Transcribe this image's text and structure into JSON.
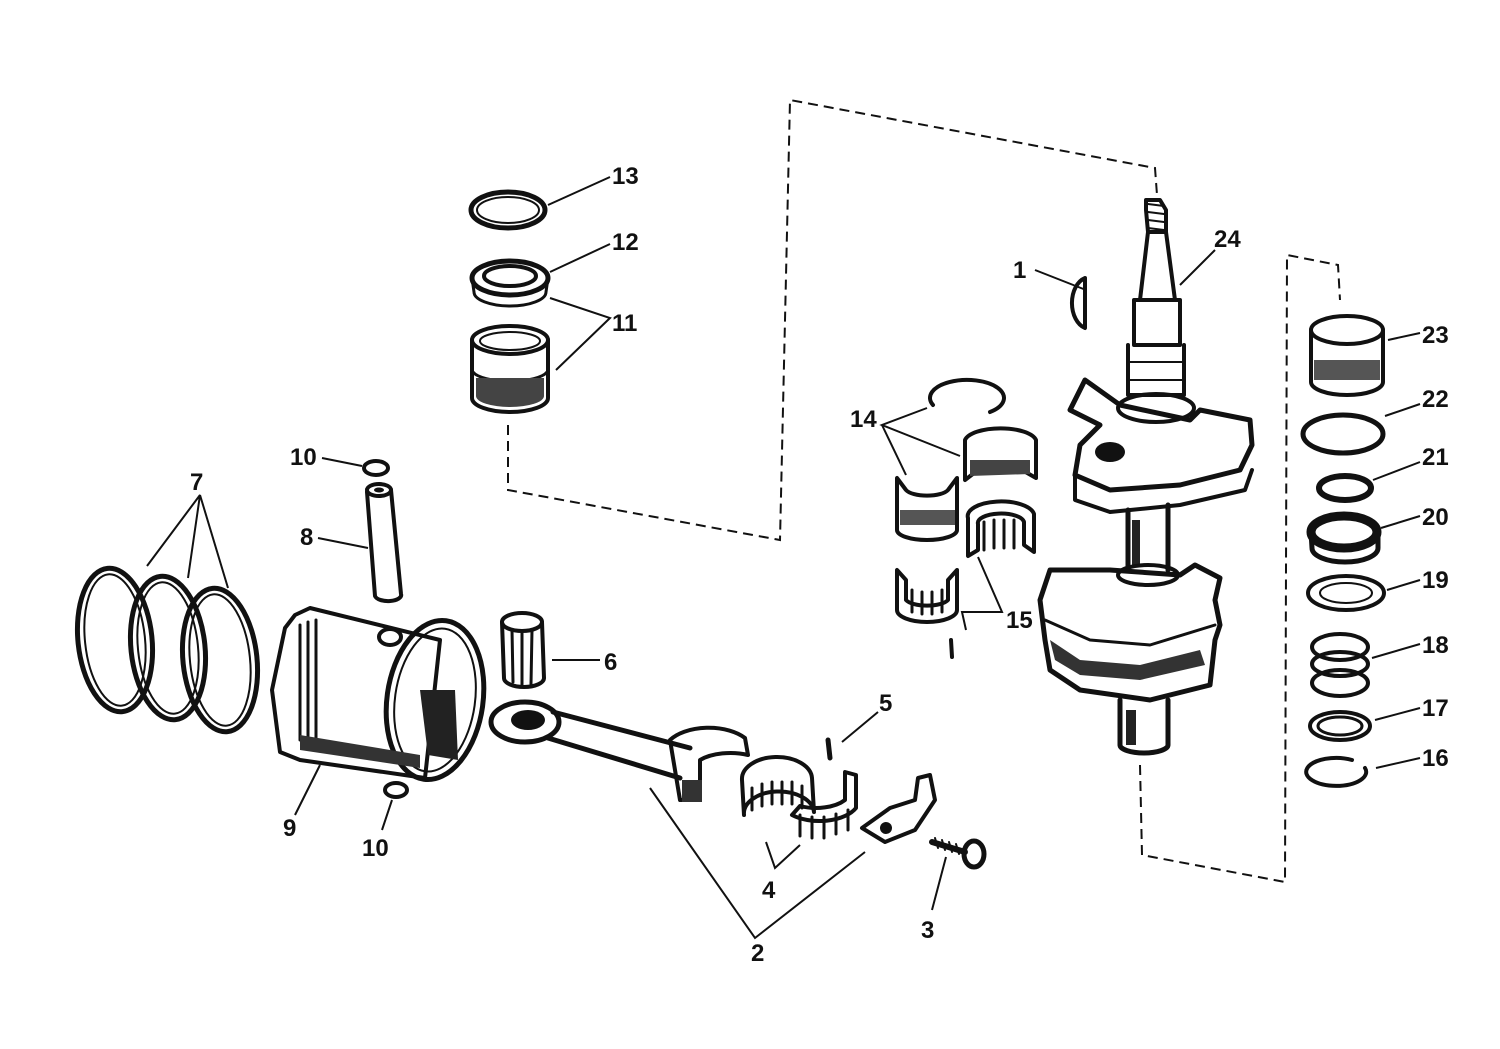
{
  "diagram": {
    "part_labels": {
      "p1": "1",
      "p2": "2",
      "p3": "3",
      "p4": "4",
      "p5": "5",
      "p6": "6",
      "p7": "7",
      "p8": "8",
      "p9": "9",
      "p10a": "10",
      "p10b": "10",
      "p11": "11",
      "p12": "12",
      "p13": "13",
      "p14": "14",
      "p15": "15",
      "p16": "16",
      "p17": "17",
      "p18": "18",
      "p19": "19",
      "p20": "20",
      "p21": "21",
      "p22": "22",
      "p23": "23",
      "p24": "24"
    }
  }
}
